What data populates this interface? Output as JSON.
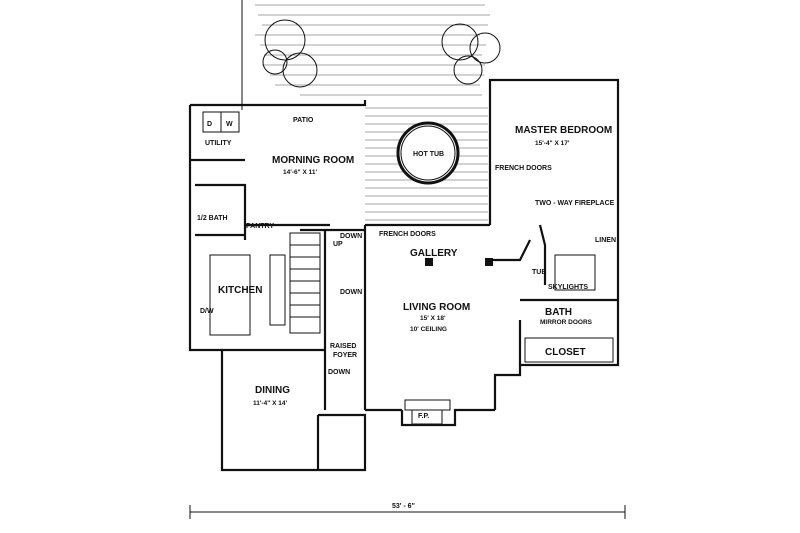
{
  "rooms": {
    "patio": "PATIO",
    "hot_tub": "HOT TUB",
    "master_bedroom": "MASTER BEDROOM",
    "master_bedroom_dim": "15'-4\" X 17'",
    "morning_room": "MORNING ROOM",
    "morning_room_dim": "14'-6\" X 11'",
    "utility": "UTILITY",
    "washer": "D",
    "dryer": "W",
    "french_doors_bedroom": "FRENCH DOORS",
    "two_way_fireplace": "TWO - WAY FIREPLACE",
    "half_bath": "1/2 BATH",
    "pantry": "PANTRY",
    "down_1": "DOWN",
    "up": "UP",
    "french_doors_gallery": "FRENCH DOORS",
    "gallery": "GALLERY",
    "linen": "LINEN",
    "tub": "TUB",
    "skylights": "SKYLIGHTS",
    "kitchen": "KITCHEN",
    "down_2": "DOWN",
    "living_room": "LIVING ROOM",
    "living_room_dim": "15' X 18'",
    "living_room_ceiling": "10' CEILING",
    "bath": "BATH",
    "mirror_doors": "MIRROR DOORS",
    "dw": "D/W",
    "closet": "CLOSET",
    "raised_foyer_1": "RAISED",
    "raised_foyer_2": "FOYER",
    "down_3": "DOWN",
    "dining": "DINING",
    "dining_dim": "11'-4\" X 14'",
    "fp": "F.P.",
    "overall_width": "53' - 6\""
  }
}
